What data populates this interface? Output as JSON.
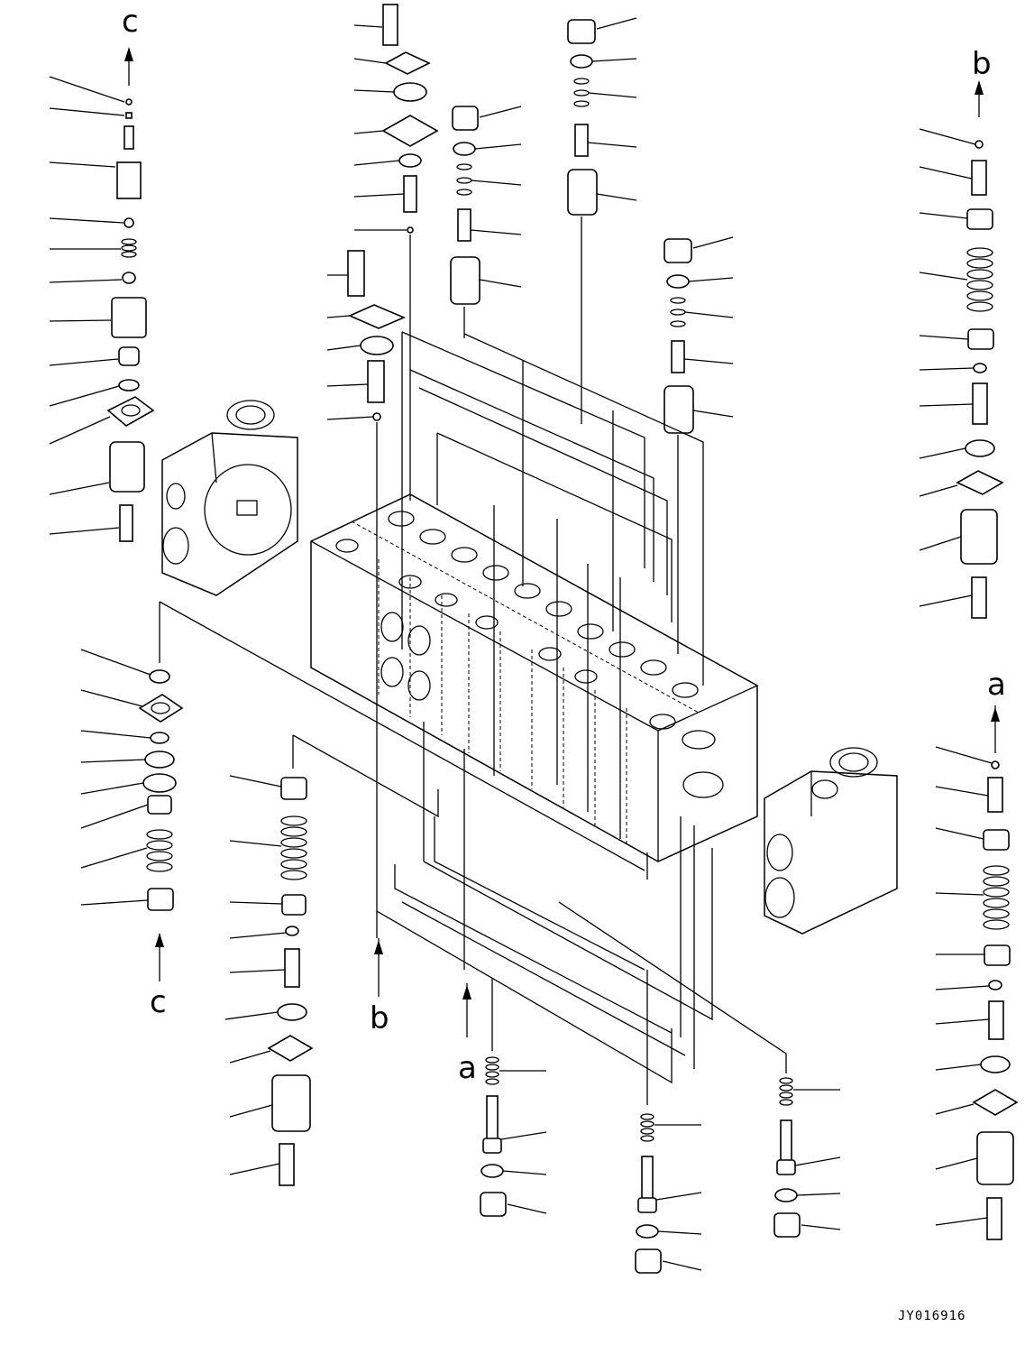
{
  "diagram": {
    "connection_labels": {
      "c_top": "c",
      "b_top": "b",
      "a_top": "a",
      "c_bottom": "c",
      "b_bottom": "b",
      "a_bottom": "a"
    },
    "drawing_code": "JY016916"
  }
}
